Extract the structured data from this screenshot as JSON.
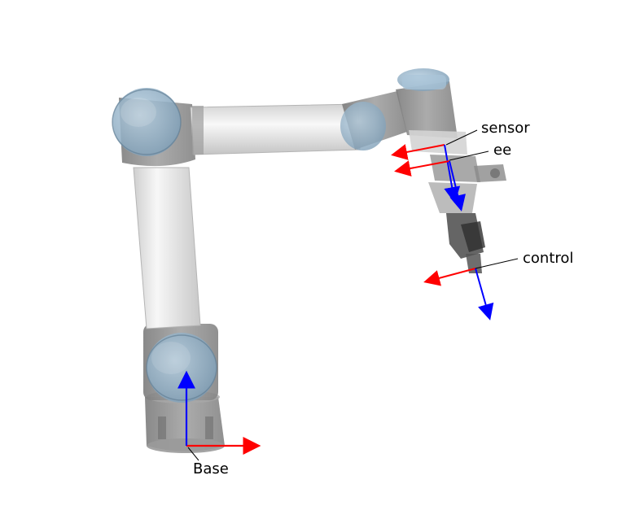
{
  "labels": {
    "base": "Base",
    "sensor": "sensor",
    "ee": "ee",
    "control": "control"
  },
  "colors": {
    "x_axis": "#ff0000",
    "z_axis": "#0000ff",
    "link_gray": "#8f8f8f",
    "tube_white": "#ececec",
    "joint_cap": "#8fb0c8"
  }
}
